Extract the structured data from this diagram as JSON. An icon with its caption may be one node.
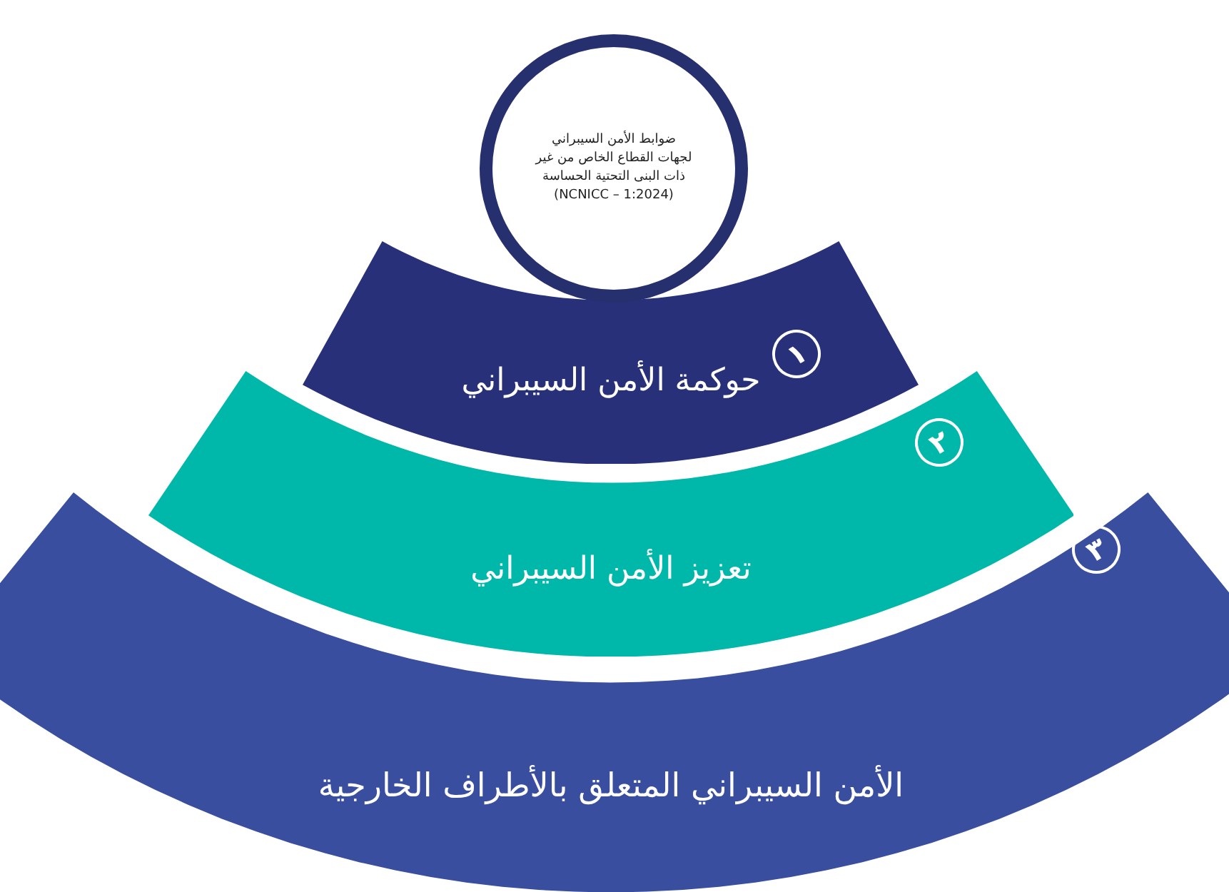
{
  "diagram": {
    "nodes": [
      {
        "text": [
          "ضوابط الأمن السيبراني لجهات القطاع الخاص من غير ذات البنى التحتية الحساسة (NCNICC – 1:2024)"
        ]
      },
      {
        "text": [
          "حوكمة الأمن السيبراني",
          "١"
        ]
      },
      {
        "text": [
          "تعزيز الأمن السيبراني",
          "٢"
        ]
      },
      {
        "text": [
          "الأمن السيبراني المتعلق بالأطراف الخارجية",
          "٣"
        ]
      }
    ]
  }
}
